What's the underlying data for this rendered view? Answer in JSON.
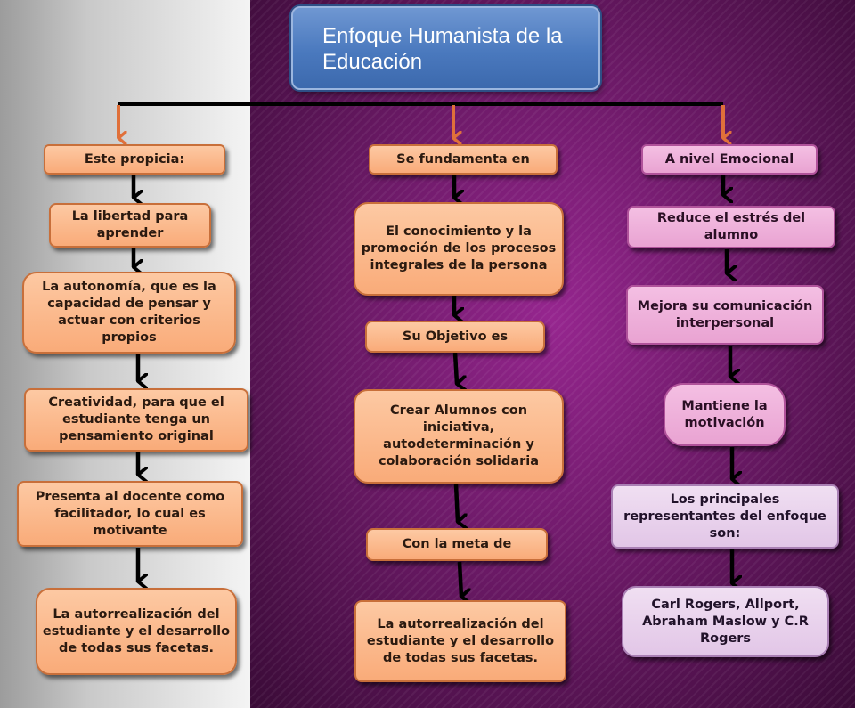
{
  "title": "Enfoque Humanista de la Educación",
  "left": {
    "header": "Este propicia:",
    "items": [
      "La libertad para aprender",
      "La autonomía, que es la capacidad de pensar y actuar con criterios propios",
      "Creatividad, para que el estudiante tenga un pensamiento original",
      "Presenta al docente como facilitador, lo cual es motivante",
      "La autorrealización del estudiante y el desarrollo de todas sus facetas."
    ]
  },
  "center": {
    "header": "Se  fundamenta en",
    "foundation": "El conocimiento y la promoción de los procesos integrales de la persona",
    "objective_label": "Su Objetivo es",
    "objective": "Crear Alumnos con iniciativa, autodeterminación y colaboración solidaria",
    "goal_label": "Con la meta de",
    "goal": "La autorrealización del estudiante y el desarrollo de todas sus facetas."
  },
  "right": {
    "header": "A nivel  Emocional",
    "items": [
      "Reduce el estrés del alumno",
      "Mejora su comunicación interpersonal",
      "Mantiene la motivación",
      "Los principales representantes del enfoque son:",
      "Carl Rogers, Allport, Abraham Maslow y C.R Rogers"
    ]
  },
  "colors": {
    "title_box": "#4a79be",
    "left_boxes": "#f9ab79",
    "right_boxes_pink": "#e9a3d2",
    "right_boxes_lavender": "#e2c6e7",
    "branch_arrows": "#e0703a",
    "flow_arrows": "#000000",
    "background_right": "#6d1a68"
  }
}
